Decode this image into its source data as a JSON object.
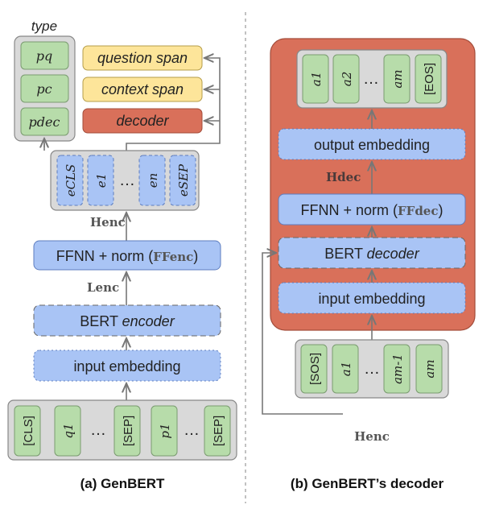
{
  "left": {
    "type_label": "type",
    "type_items": [
      "pq",
      "pc",
      "pdec"
    ],
    "heads": [
      "question span",
      "context span",
      "decoder"
    ],
    "encoder_outputs": [
      "eCLS",
      "e1",
      "…",
      "en",
      "eSEP"
    ],
    "h_enc": "Henc",
    "ffenc_box": "FFNN + norm (",
    "ffenc_sym": "FFenc",
    "ffenc_close": ")",
    "l_enc": "Lenc",
    "encoder_box": "BERT ",
    "encoder_word": "encoder",
    "input_embedding": "input embedding",
    "inputs": [
      "[CLS]",
      "q1",
      "…",
      "[SEP]",
      "p1",
      "…",
      "[SEP]"
    ],
    "caption": "(a) GenBERT"
  },
  "right": {
    "outputs": [
      "a1",
      "a2",
      "…",
      "am",
      "[EOS]"
    ],
    "output_embedding": "output embedding",
    "h_dec": "Hdec",
    "ffdec_box": "FFNN + norm (",
    "ffdec_sym": "FFdec",
    "ffdec_close": ")",
    "decoder_box": "BERT ",
    "decoder_word": "decoder",
    "input_embedding": "input embedding",
    "inputs": [
      "[SOS]",
      "a1",
      "…",
      "am-1",
      "am"
    ],
    "h_enc": "Henc",
    "caption": "(b) GenBERT’s decoder"
  },
  "colors": {
    "green": "#b7dcaa",
    "blue": "#a9c4f5",
    "yellow": "#fde59a",
    "red": "#d9705a",
    "gray": "#d9d9d9"
  }
}
